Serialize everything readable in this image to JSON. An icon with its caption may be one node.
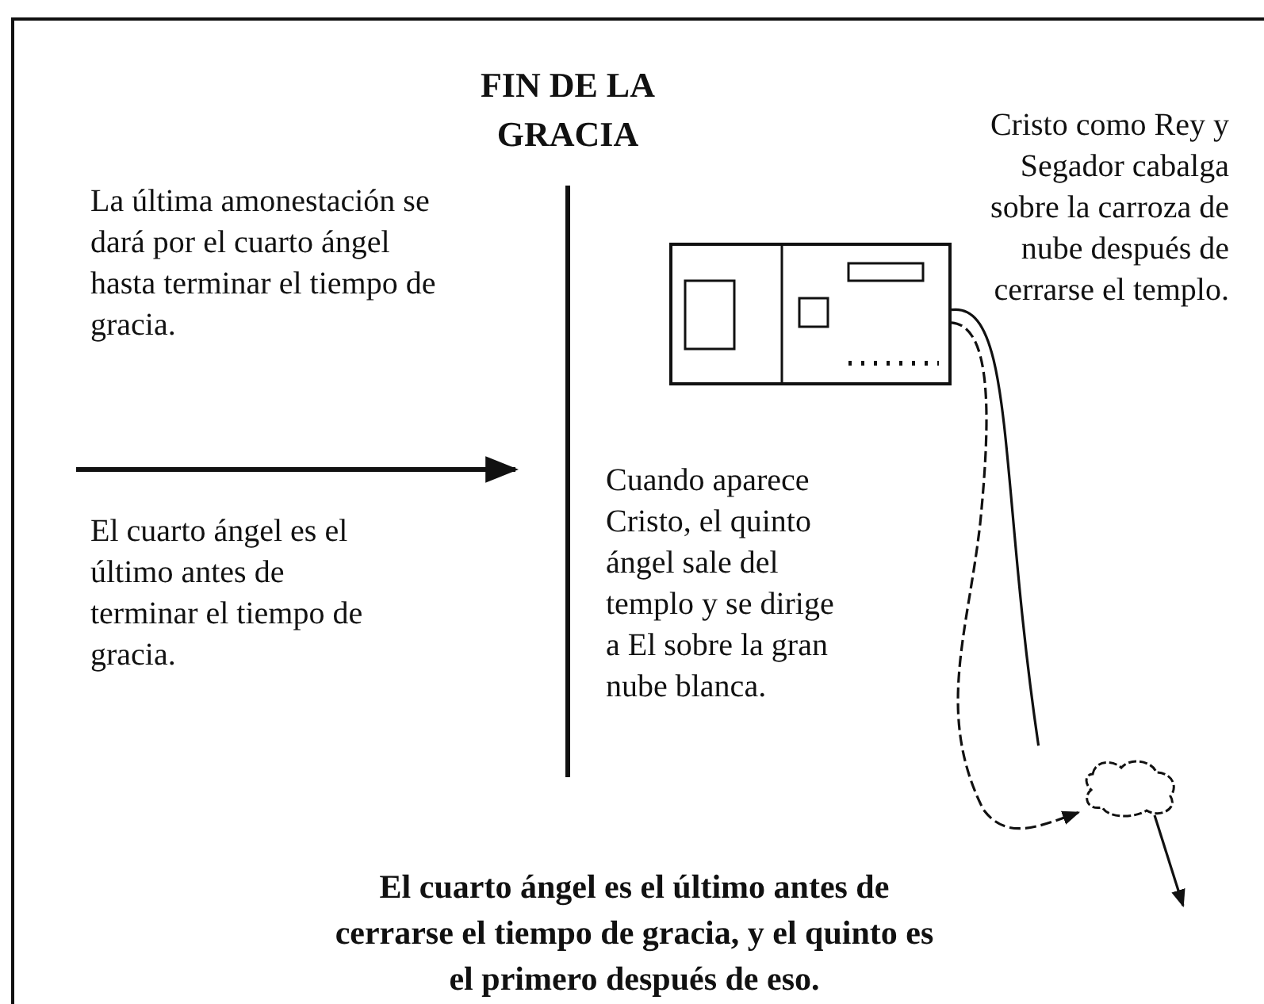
{
  "diagram": {
    "title": "FIN DE LA GRACIA",
    "nodes": [
      {
        "text": [],
        "shape": "picture"
      },
      {
        "text": [],
        "shape": "cloud"
      }
    ],
    "edges": [
      {
        "from": 0,
        "to": 1,
        "arrow": "none"
      },
      {
        "from": 0,
        "to": 1,
        "arrow": "to",
        "style": "dashed"
      },
      {
        "from": 1,
        "to": null,
        "arrow": "to"
      }
    ],
    "labels": [
      "La última amonestación se dará por el cuarto ángel hasta terminar el tiempo de gracia.",
      "El cuarto ángel es el último antes de terminar el tiempo de gracia.",
      "Cuando aparece Cristo, el quinto ángel sale del templo y se dirige a El sobre la gran nube blanca.",
      "Cristo como Rey y Segador cabalga sobre la carroza de nube después de cerrarse el templo."
    ],
    "caption": "El cuarto ángel es el último antes de cerrarse el tiempo de gracia, y el quinto es el primero después de eso."
  }
}
